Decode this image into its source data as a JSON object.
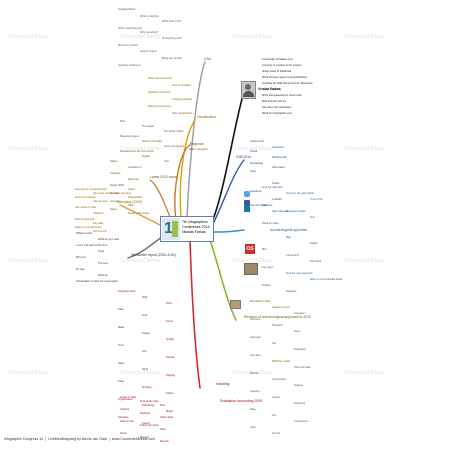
{
  "central_topic": {
    "lines": [
      "7th Infographics",
      "Conference 2014",
      "Nicolas Farkas"
    ],
    "logo_numeral": "1"
  },
  "colors": {
    "usa": "#9a9a9a",
    "visualization": "#d9a400",
    "regional": "#c07a2b",
    "sampling": "#e89a2c",
    "newsletter": "#6a6a6a",
    "speaker": "#111111",
    "twitter": "#2f5aa6",
    "archaeological": "#3a8fd0",
    "methods": "#8ab52e",
    "handling": "#d82a2a",
    "watermark": "#e2e2e2"
  },
  "watermarks": [
    "Connected Minds",
    "Connected Minds",
    "Connected Minds",
    "Connected Minds",
    "Connected Minds",
    "Connected Minds",
    "Connected Minds",
    "Connected Minds",
    "Connected Minds",
    "Connected Minds",
    "Connected Minds",
    "Connected Minds",
    "Connected Minds",
    "Connected Minds",
    "Connected Minds",
    "Connected Minds"
  ],
  "branches": {
    "usa": {
      "label": "USA",
      "children": [
        "Image/Infoforte",
        "What is infoforte",
        "What does it do?",
        "When searching how",
        "Why exporting?",
        "for anything new?",
        "Mind the network",
        "Search engine",
        "Bring-ups of data",
        "Anything all about it"
      ]
    },
    "visualization": {
      "label": "Visualization",
      "children": [
        "Wide-web resources",
        "How to visualize",
        "Sparkline elements",
        "Creating graphics",
        "Making connections",
        "Data visualization"
      ]
    },
    "regional": {
      "label": "Regional",
      "children": [
        "Plan",
        "The graph",
        "For all the others",
        "Regional project",
        "Work on the data",
        "Some key figures",
        "Developed for the community",
        "Project",
        "Tool"
      ]
    },
    "regional_sub": {
      "label": "Make a program"
    },
    "latest": {
      "label": "Latest 2012 report",
      "children": [
        "Taking",
        "Compare to",
        "Changes",
        "Data rate",
        "Nearly 2009",
        "Vision",
        "Overall",
        "Presentation",
        "Growing",
        "Data",
        "Notes",
        "Sense of the body"
      ]
    },
    "sampling": {
      "label": "Sampling (2009)",
      "children": [
        "Does go for comprehension",
        "All people decide about sampling",
        "Economic change",
        "Use the data",
        "Use others to help",
        "Statistics",
        "Start to deal with",
        "Key data",
        "Easy to most behaviour",
        "Not this one"
      ]
    },
    "newsletter": {
      "label": "Newsletter report (2010-2011)",
      "children": [
        "Different work",
        "What do you need",
        "A very soft word of the time",
        "Tools",
        "Who is it",
        "The end",
        "To Year",
        "What do",
        "Visualization to start the examination"
      ]
    },
    "speaker": {
      "label": "Nicolas Farkas",
      "children": [
        "Co-founder of Datavis.com",
        "Currently a member of the product",
        "design team of Facebook",
        "Work has been given to all publications",
        "including the Wall Street Journal, Wired and",
        "Visual Magazine",
        "Work has appeared on most of the",
        "Built around tools for",
        "Also have the Information",
        "Work for infographics.com"
      ]
    },
    "twitter": {
      "label": "IOM 2014",
      "children": [
        "Create tools",
        "Interactive",
        "Visual",
        "Working with",
        "Developing",
        "Information",
        "Keep",
        "Twitter",
        "Facebook",
        "LinkedIn",
        "See the conference",
        "Stay informed"
      ]
    },
    "archaeological": {
      "label": "Archaeological approach",
      "children": [
        "Find the web plan",
        "Sources: the open fields",
        "Time of the",
        "Data",
        "Excavating ideas",
        "Tool",
        "Read the data",
        "Map",
        "Digital",
        "Mini",
        "Connecting",
        "Recorded",
        "Key steps",
        "Find the new approach",
        "Ways to communicate ideas",
        "Finding",
        "Statistics"
      ]
    },
    "methods": {
      "label": "Revision of archaeological approach to 2010",
      "children": [
        "Most Before Most",
        "Create a report",
        "Animation",
        "Structure",
        "Research",
        "Team",
        "Approach",
        "Set",
        "Evaluation",
        "Use data",
        "Build the model",
        "Show the data",
        "Results",
        "Connections",
        "Tagging",
        "Keeping",
        "Layout",
        "Reporting",
        "Data",
        "Key",
        "Conclusions",
        "Start",
        "Source"
      ]
    },
    "handling": {
      "label": "Handling",
      "children": [
        "Sampling 2010",
        "2011",
        "2012",
        "Data",
        "Find",
        "Focus",
        "Make",
        "Design",
        "Quality",
        "Time",
        "Sort",
        "Results",
        "Value",
        "Work",
        "Tagging",
        "Keep",
        "Working",
        "Follow",
        "Organization",
        "Publishing",
        "Model",
        "Structure",
        "Layout"
      ]
    },
    "evaluation": {
      "label": "Evaluation Accounting 2009",
      "children": [
        "Scope of data",
        "Find all the data",
        "Plan",
        "Analyze",
        "Evaluate",
        "Other ideas",
        "Data on site",
        "Follow the work",
        "Start",
        "Steps",
        "Reports",
        "Results"
      ]
    }
  },
  "icons": {
    "os": {
      "text": "OS"
    }
  },
  "footer": {
    "parts": [
      "Infographic Congress 14",
      "LiveMindMapping by Alexis van Gaal",
      "www.ConnectedMinds.com"
    ]
  }
}
